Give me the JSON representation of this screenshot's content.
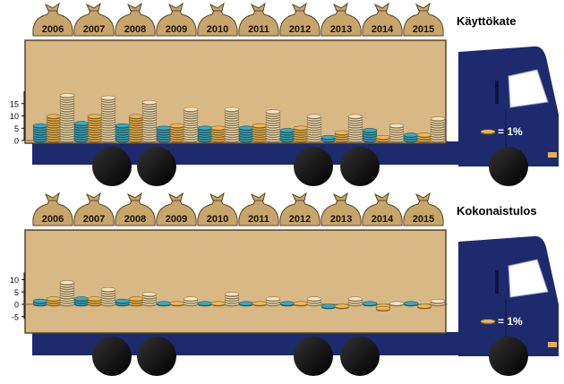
{
  "legend_icon": "coin-icon",
  "legend_label": "= 1%",
  "colors": {
    "cargo": "#D8B884",
    "cargo_edge": "#5A4528",
    "truck": "#1E2A6E",
    "coin_blue": "#3FA7BC",
    "coin_blue_edge": "#1F5F6E",
    "coin_gold": "#EBB85A",
    "coin_gold_edge": "#8A6420",
    "coin_light": "#F6E4BC",
    "coin_light_edge": "#8A7650",
    "bag": "#C8A56A",
    "wheel": "#000000"
  },
  "chart_data": [
    {
      "type": "bar",
      "title": "Käyttökate",
      "categories": [
        "2006",
        "2007",
        "2008",
        "2009",
        "2010",
        "2011",
        "2012",
        "2013",
        "2014",
        "2015"
      ],
      "series_styles": [
        "blue",
        "gold",
        "light"
      ],
      "series": [
        {
          "values": [
            7,
            8,
            7,
            6,
            6,
            6,
            5,
            2,
            5,
            3
          ]
        },
        {
          "values": [
            10,
            10,
            10,
            7,
            6,
            7,
            6,
            4,
            2,
            3
          ]
        },
        {
          "values": [
            19,
            18,
            16,
            13,
            13,
            12,
            10,
            10,
            7,
            9
          ]
        }
      ],
      "yticks": [
        0,
        5,
        10,
        15
      ],
      "ylim": [
        0,
        20
      ]
    },
    {
      "type": "bar",
      "title": "Kokonaistulos",
      "categories": [
        "2006",
        "2007",
        "2008",
        "2009",
        "2010",
        "2011",
        "2012",
        "2013",
        "2014",
        "2015"
      ],
      "series_styles": [
        "blue",
        "gold",
        "light"
      ],
      "series": [
        {
          "values": [
            2,
            3,
            2,
            1,
            1,
            1,
            1,
            -1,
            1,
            0
          ]
        },
        {
          "values": [
            3,
            3,
            3,
            1,
            1,
            1,
            1,
            -1,
            -2,
            -1
          ]
        },
        {
          "values": [
            9,
            7,
            5,
            3,
            5,
            3,
            3,
            3,
            1,
            2
          ]
        }
      ],
      "yticks": [
        -5,
        0,
        5,
        10
      ],
      "ylim": [
        -6,
        13
      ]
    }
  ]
}
